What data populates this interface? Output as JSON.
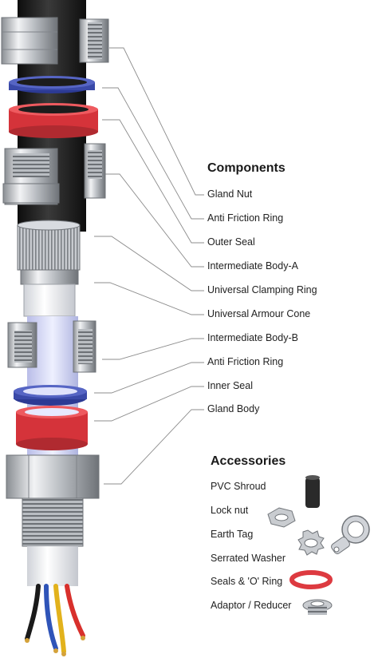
{
  "components": {
    "title": "Components",
    "items": [
      "Gland Nut",
      "Anti Friction Ring",
      "Outer Seal",
      "Intermediate Body-A",
      "Universal Clamping Ring",
      "Universal Armour Cone",
      "Intermediate Body-B",
      "Anti Friction Ring",
      "Inner Seal",
      "Gland Body"
    ]
  },
  "accessories": {
    "title": "Accessories",
    "items": [
      "PVC Shroud",
      "Lock nut",
      "Earth Tag",
      "Serrated Washer",
      "Seals & 'O' Ring",
      "Adaptor / Reducer"
    ]
  },
  "colors": {
    "cable": "#1c1c1c",
    "metal": "#c9ccd0",
    "anti_friction_ring": "#3a49a8",
    "seal": "#dd3a40",
    "wire_red": "#d8302c",
    "wire_blue": "#2f54b8",
    "wire_yellow": "#e2b21c",
    "wire_black": "#1a1a1a",
    "copper": "#d4a23a"
  }
}
